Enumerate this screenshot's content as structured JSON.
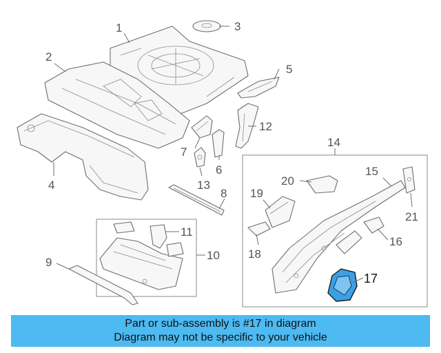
{
  "callouts": {
    "c1": "1",
    "c2": "2",
    "c3": "3",
    "c4": "4",
    "c5": "5",
    "c6": "6",
    "c7": "7",
    "c8": "8",
    "c9": "9",
    "c10": "10",
    "c11": "11",
    "c12": "12",
    "c13": "13",
    "c14": "14",
    "c15": "15",
    "c16": "16",
    "c17": "17",
    "c18": "18",
    "c19": "19",
    "c20": "20",
    "c21": "21"
  },
  "highlight": {
    "part_number": "17",
    "color": "#3aa0e8"
  },
  "banner": {
    "line1": "Part or sub-assembly is #17 in diagram",
    "line2": "Diagram may not be specific to your vehicle",
    "background": "#4dbaf2"
  }
}
